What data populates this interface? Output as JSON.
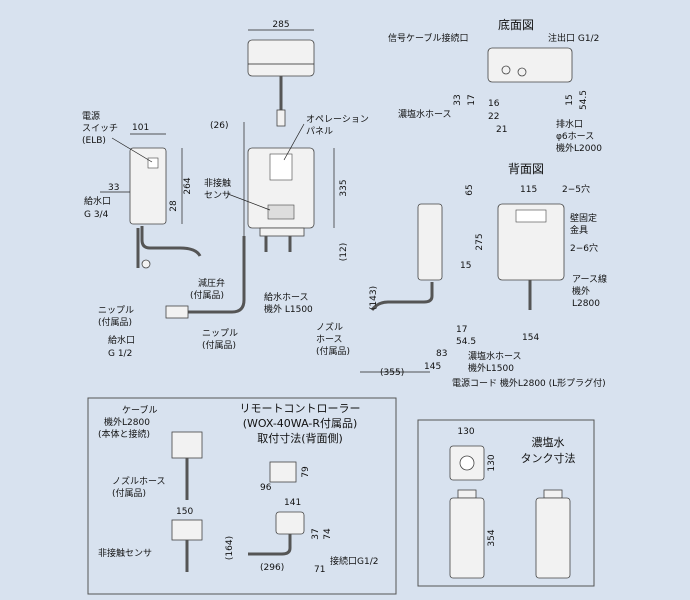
{
  "top_view": {
    "dim_width": "285",
    "dim_26": "(26)",
    "label_op1": "オペレーション",
    "label_op2": "パネル",
    "dim_335": "335",
    "dim_12": "(12)"
  },
  "side_view": {
    "label_power1": "電源",
    "label_power2": "スイッチ",
    "label_power3": "(ELB)",
    "dim_101": "101",
    "dim_33": "33",
    "label_inlet1": "給水口",
    "label_inlet2": "G 3/4",
    "dim_28": "28",
    "dim_264": "264",
    "label_sensor1": "非接触",
    "label_sensor2": "センサ"
  },
  "bottom_left": {
    "label_valve1": "減圧弁",
    "label_valve2": "(付属品)",
    "label_nipple1a": "ニップル",
    "label_nipple1b": "(付属品)",
    "label_nipple2a": "ニップル",
    "label_nipple2b": "(付属品)",
    "label_inlet1": "給水口",
    "label_inlet2": "G 1/2",
    "label_hose1": "給水ホース",
    "label_hose2": "機外 L1500"
  },
  "bottom_view": {
    "title": "底面図",
    "label_signal": "信号ケーブル接続口",
    "label_outlet": "注出口 G1/2",
    "dim_33": "33",
    "dim_17": "17",
    "dim_16": "16",
    "dim_22": "22",
    "dim_21": "21",
    "label_brine": "濃塩水ホース",
    "dim_15": "15",
    "dim_54_5": "54.5",
    "label_drain1": "排水口",
    "label_drain2": "φ6ホース",
    "label_drain3": "機外L2000"
  },
  "back_view": {
    "title": "背面図",
    "dim_65": "65",
    "dim_115": "115",
    "label_holes5": "2−5穴",
    "label_bracket1": "壁固定",
    "label_bracket2": "金具",
    "label_holes6": "2−6穴",
    "dim_275": "275",
    "dim_15": "15",
    "label_earth1": "アース線",
    "label_earth2": "機外",
    "label_earth3": "L2800",
    "dim_143": "(143)",
    "label_nozzle1": "ノズル",
    "label_nozzle2": "ホース",
    "label_nozzle3": "(付属品)",
    "dim_17": "17",
    "dim_54_5": "54.5",
    "dim_154": "154",
    "dim_83": "83",
    "dim_355": "(355)",
    "dim_145": "145",
    "label_brine1": "濃塩水ホース",
    "label_brine2": "機外L1500",
    "label_cord": "電源コード 機外L2800 (L形プラグ付)"
  },
  "remote": {
    "title1": "リモートコントローラー",
    "title2": "(WOX-40WA-R付属品)",
    "title3": "取付寸法(背面側)",
    "label_cable1": "ケーブル",
    "label_cable2": "機外L2800",
    "label_cable3": "(本体と接続)",
    "label_nozzle1": "ノズルホース",
    "label_nozzle2": "(付属品)",
    "dim_150": "150",
    "label_sensor": "非接触センサ",
    "dim_96": "96",
    "dim_79": "79",
    "dim_141": "141",
    "dim_164": "(164)",
    "dim_37": "37",
    "dim_74": "74",
    "dim_296": "(296)",
    "dim_71": "71",
    "label_port": "接続口G1/2"
  },
  "tank": {
    "title1": "濃塩水",
    "title2": "タンク寸法",
    "dim_130a": "130",
    "dim_130b": "130",
    "dim_354": "354"
  }
}
